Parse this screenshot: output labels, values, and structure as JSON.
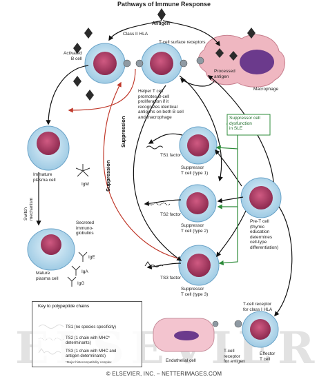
{
  "title": "Pathways of Immune Response",
  "footer": "© ELSEVIER, INC. – NETTERIMAGES.COM",
  "watermark": "ELSEVIER",
  "colors": {
    "cell_membrane": "#b9dcef",
    "cell_border": "#6aa3c8",
    "nucleus": "#b0446a",
    "macrophage": "#efb7c1",
    "endothelial": "#f3c4cf",
    "red_arrow": "#c0392b",
    "green_arrow": "#2e8b3a",
    "black_arrow": "#111111",
    "antigen": "#2b2b2b"
  },
  "labels": {
    "antigen": "Antigen",
    "class_ii_hla": "Class II HLA",
    "t_cell_receptors": "T-cell surface receptors",
    "activated_b_cell": "Activated\nB cell",
    "processed_antigen": "Processed\nantigen",
    "macrophage": "Macrophage",
    "helper_t_cell": "Helper T cell\npromotes B-cell\nproliferation if it\nrecognizes identical\nantigens on both B cell\nand macrophage",
    "suppressor_dysfunction": "Suppressor cell\ndysfunction\nin SLE",
    "suppression_1": "Suppression",
    "suppression_2": "Suppression",
    "immature_plasma_cell": "Immature\nplasma cell",
    "switch_mechanism": "Switch\nmechanism",
    "secreted_ig": "Secreted\nimmuno-\nglobulins",
    "igm": "IgM",
    "ige": "IgE",
    "iga": "IgA",
    "igg": "IgG",
    "mature_plasma_cell": "Mature\nplasma cell",
    "ts1_factor": "TS1 factor",
    "ts2_factor": "TS2 factor",
    "ts3_factor": "TS3 factor",
    "suppressor_t1": "Suppressor\nT cell (type 1)",
    "suppressor_t2": "Suppressor\nT cell (type 2)",
    "suppressor_t3": "Suppressor\nT cell (type 3)",
    "pre_t_cell": "Pre-T cell\n(thymic\neducation\ndetermines\ncell-type\ndifferentiation)",
    "t_cell_receptor_class1": "T-cell receptor\nfor class I HLA",
    "endothelial_cell": "Endothelial cell",
    "t_cell_receptor_antigen": "T-cell\nreceptor\nfor antigen",
    "effector_t_cell": "Effector\nT cell"
  },
  "key": {
    "title": "Key to polypeptide chains",
    "row1": "TS1 (no species specificity)",
    "row2": "TS2 (1 chain with MHC*\ndeterminants)",
    "row3": "TS3 (1 chain with MHC and\nantigen determinants)",
    "note": "*Major histocompatibility complex"
  }
}
